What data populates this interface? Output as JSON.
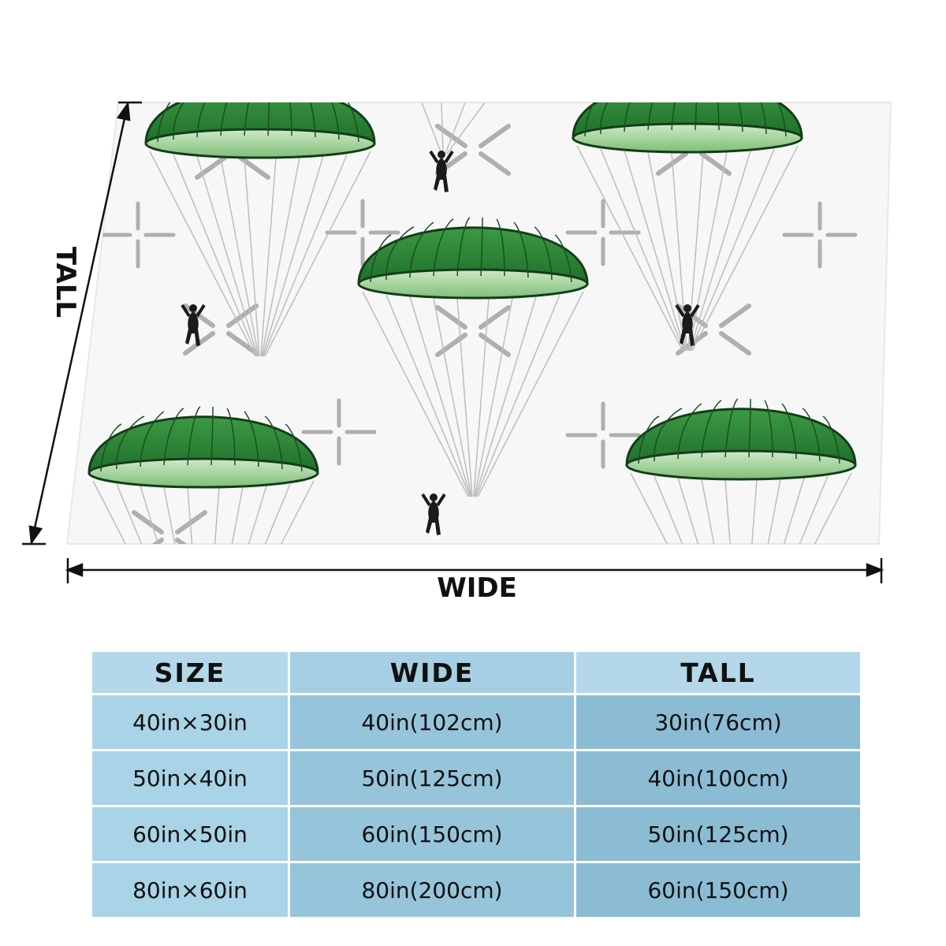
{
  "dimension_labels": {
    "wide": "WIDE",
    "tall": "TALL"
  },
  "size_table": {
    "headers": [
      "SIZE",
      "WIDE",
      "TALL"
    ],
    "rows": [
      [
        "40in×30in",
        "40in(102cm)",
        "30in(76cm)"
      ],
      [
        "50in×40in",
        "50in(125cm)",
        "40in(100cm)"
      ],
      [
        "60in×50in",
        "60in(150cm)",
        "50in(125cm)"
      ],
      [
        "80in×60in",
        "80in(200cm)",
        "60in(150cm)"
      ]
    ]
  },
  "colors": {
    "canopy": "#2e8b3a",
    "canopy_inner": "#a8d8a0",
    "header_cell": "#b4d8ea",
    "body_cell": "#96c4da"
  },
  "icons": [
    "parachute-icon",
    "paratrooper-icon",
    "aircraft-cross-icon"
  ]
}
